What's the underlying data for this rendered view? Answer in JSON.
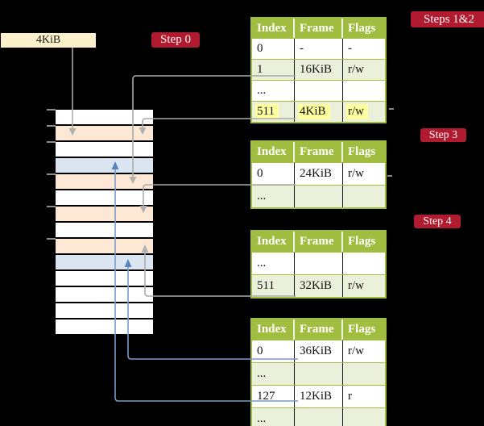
{
  "colors": {
    "background": "#000000",
    "badge_red": "#b01b30",
    "badge_text": "#fdf6f6",
    "legend_cream": "#fbf0ca",
    "table_header_green": "#a1bd3f",
    "table_row_green": "#ebf0da",
    "table_row_white": "#ffffff",
    "highlight_yellow": "#ffff9d",
    "frame_peach": "#fce8d4",
    "frame_blue": "#dbe5f2",
    "arrow_gray": "#aaaaaa",
    "arrow_blue": "#7a9cc9"
  },
  "legend": {
    "page_size_label": "4KiB"
  },
  "badges": {
    "step0": "Step 0",
    "steps12": "Steps 1&2",
    "step3": "Step 3",
    "step4": "Step 4"
  },
  "memory_stack": {
    "rows": [
      {
        "fill": "white"
      },
      {
        "fill": "peach"
      },
      {
        "fill": "white"
      },
      {
        "fill": "blue"
      },
      {
        "fill": "peach"
      },
      {
        "fill": "white"
      },
      {
        "fill": "peach"
      },
      {
        "fill": "white"
      },
      {
        "fill": "peach"
      },
      {
        "fill": "blue"
      },
      {
        "fill": "white"
      },
      {
        "fill": "white"
      },
      {
        "fill": "white"
      },
      {
        "fill": "white"
      }
    ]
  },
  "tables": [
    {
      "id": "level4",
      "headers": [
        "Index",
        "Frame",
        "Flags"
      ],
      "rows": [
        {
          "cells": [
            "0",
            "-",
            "-"
          ]
        },
        {
          "cells": [
            "1",
            "16KiB",
            "r/w"
          ]
        },
        {
          "cells": [
            "...",
            "",
            ""
          ]
        },
        {
          "cells": [
            "511",
            "4KiB",
            "r/w"
          ],
          "highlight": true
        }
      ]
    },
    {
      "id": "level3",
      "headers": [
        "Index",
        "Frame",
        "Flags"
      ],
      "rows": [
        {
          "cells": [
            "0",
            "24KiB",
            "r/w"
          ]
        },
        {
          "cells": [
            "...",
            "",
            ""
          ]
        }
      ]
    },
    {
      "id": "level2",
      "headers": [
        "Index",
        "Frame",
        "Flags"
      ],
      "rows": [
        {
          "cells": [
            "...",
            "",
            ""
          ]
        },
        {
          "cells": [
            "511",
            "32KiB",
            "r/w"
          ]
        }
      ]
    },
    {
      "id": "level1",
      "headers": [
        "Index",
        "Frame",
        "Flags"
      ],
      "rows": [
        {
          "cells": [
            "0",
            "36KiB",
            "r/w"
          ]
        },
        {
          "cells": [
            "...",
            "",
            ""
          ]
        },
        {
          "cells": [
            "127",
            "12KiB",
            "r"
          ]
        },
        {
          "cells": [
            "...",
            "",
            ""
          ]
        }
      ]
    }
  ]
}
